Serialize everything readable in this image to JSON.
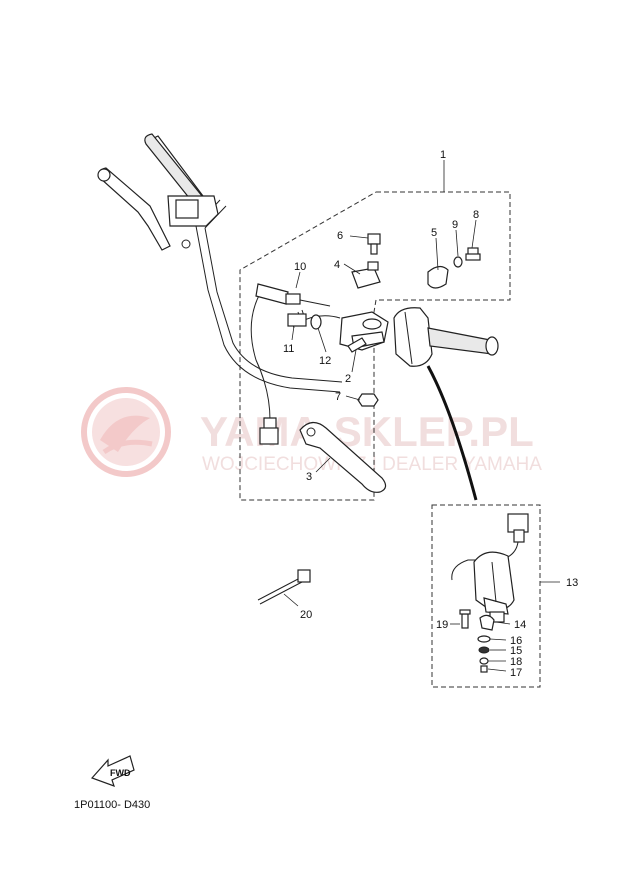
{
  "watermark": {
    "site": "YAMA-SKLEP.PL",
    "tagline": "WOJCIECHOWICZ | DEALER YAMAHA"
  },
  "diagram_code": "1P01100- D430",
  "fwd_label": "FWD",
  "callouts": {
    "c1": "1",
    "c2": "2",
    "c3": "3",
    "c4": "4",
    "c5": "5",
    "c6": "6",
    "c7": "7",
    "c8": "8",
    "c9": "9",
    "c10": "10",
    "c11": "11",
    "c12": "12",
    "c13": "13",
    "c14": "14",
    "c15": "15",
    "c16": "16",
    "c17": "17",
    "c18": "18",
    "c19": "19",
    "c20": "20"
  },
  "colors": {
    "line": "#222222",
    "watermark": "#f1dede",
    "watermark_logo": "#f3c9c9"
  }
}
